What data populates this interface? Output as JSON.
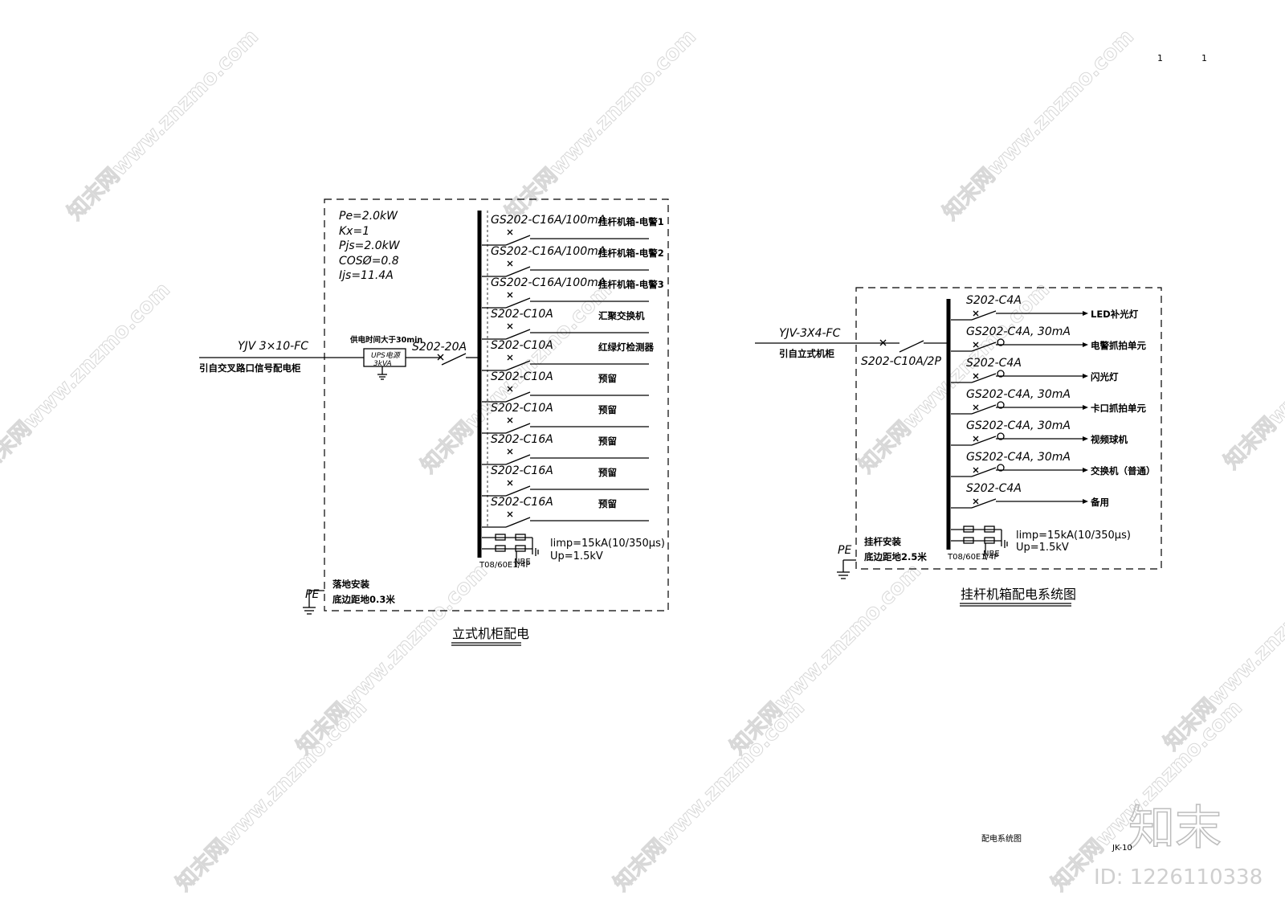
{
  "watermark": {
    "text": "知末网www.znzmo.com",
    "logo": "知末",
    "id": "ID: 1226110338"
  },
  "corner_marks": [
    "1",
    "1"
  ],
  "footer": {
    "title": "配电系统图",
    "code": "JK-10"
  },
  "panel_left": {
    "title": "立式机柜配电",
    "params": [
      "Pe=2.0kW",
      "Kx=1",
      "Pjs=2.0kW",
      "COSØ=0.8",
      "Ijs=11.4A"
    ],
    "feed_cable": "YJV 3×10-FC",
    "feed_source": "引自交叉路口信号配电柜",
    "ups_note": "供电时间大于30min",
    "ups_label": "UPS电源",
    "ups_rating": "3kVA",
    "main_breaker": "S202-20A",
    "circuits": [
      {
        "breaker": "GS202-C16A/100mA",
        "load": "挂杆机箱-电警1"
      },
      {
        "breaker": "GS202-C16A/100mA",
        "load": "挂杆机箱-电警2"
      },
      {
        "breaker": "GS202-C16A/100mA",
        "load": "挂杆机箱-电警3"
      },
      {
        "breaker": "S202-C10A",
        "load": "汇聚交换机"
      },
      {
        "breaker": "S202-C10A",
        "load": "红绿灯检测器"
      },
      {
        "breaker": "S202-C10A",
        "load": "预留"
      },
      {
        "breaker": "S202-C10A",
        "load": "预留"
      },
      {
        "breaker": "S202-C16A",
        "load": "预留"
      },
      {
        "breaker": "S202-C16A",
        "load": "预留"
      },
      {
        "breaker": "S202-C16A",
        "load": "预留"
      }
    ],
    "spd_limp": "limp=15kA(10/350μs)",
    "spd_up": "Up=1.5kV",
    "spd_model": "T08/60E1/4P",
    "spd_nbe": "NBE",
    "ground": "PE",
    "install_1": "落地安装",
    "install_2": "底边距地0.3米"
  },
  "panel_right": {
    "title": "挂杆机箱配电系统图",
    "feed_cable": "YJV-3X4-FC",
    "feed_source": "引自立式机柜",
    "main_breaker": "S202-C10A/2P",
    "circuits": [
      {
        "breaker": "S202-C4A",
        "load": "LED补光灯",
        "rcd": false
      },
      {
        "breaker": "GS202-C4A, 30mA",
        "load": "电警抓拍单元",
        "rcd": true
      },
      {
        "breaker": "S202-C4A",
        "load": "闪光灯",
        "rcd": true
      },
      {
        "breaker": "GS202-C4A, 30mA",
        "load": "卡口抓拍单元",
        "rcd": true
      },
      {
        "breaker": "GS202-C4A, 30mA",
        "load": "视频球机",
        "rcd": true
      },
      {
        "breaker": "GS202-C4A, 30mA",
        "load": "交换机（普通）",
        "rcd": true
      },
      {
        "breaker": "S202-C4A",
        "load": "备用",
        "rcd": false
      }
    ],
    "spd_limp": "limp=15kA(10/350μs)",
    "spd_up": "Up=1.5kV",
    "spd_model": "T08/60E1/4P",
    "spd_nbe": "NBE",
    "ground": "PE",
    "install_1": "挂杆安装",
    "install_2": "底边距地2.5米"
  }
}
